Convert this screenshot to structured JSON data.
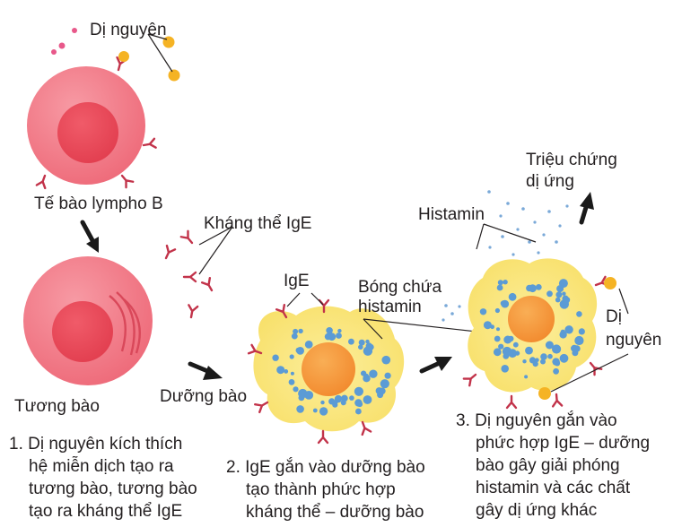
{
  "labels": {
    "antigen_top": "Dị nguyên",
    "lymph_b": "Tế bào lympho B",
    "ige_antibody": "Kháng thể IgE",
    "plasma_cell": "Tương bào",
    "ige": "IgE",
    "mast_cell": "Dưỡng bào",
    "vesicle_line1": "Bóng chứa",
    "vesicle_line2": "histamin",
    "histamin": "Histamin",
    "symptom_line1": "Triệu chứng",
    "symptom_line2": "dị ứng",
    "antigen_right_line1": "Dị",
    "antigen_right_line2": "nguyên"
  },
  "steps": [
    {
      "lines": [
        "1. Dị nguyên kích thích",
        "hệ miễn dịch tạo ra",
        "tương bào, tương bào",
        "tạo ra kháng thể IgE"
      ]
    },
    {
      "lines": [
        "2. IgE gắn vào dưỡng bào",
        "tạo thành phức hợp",
        "kháng thể – dưỡng bào"
      ]
    },
    {
      "lines": [
        "3. Dị nguyên gắn vào",
        "phức hợp IgE – dưỡng",
        "bào gây giải phóng",
        "histamin và các chất",
        "gây dị ứng khác"
      ]
    }
  ],
  "colors": {
    "cell_outer": "#f0707e",
    "cell_nucleus": "#e84a58",
    "antibody": "#c2334a",
    "antigen": "#f5b324",
    "mast_body": "#fbe98a",
    "mast_nucleus": "#f6993b",
    "granule": "#5b9bd5",
    "arrow": "#1a1a1a"
  }
}
